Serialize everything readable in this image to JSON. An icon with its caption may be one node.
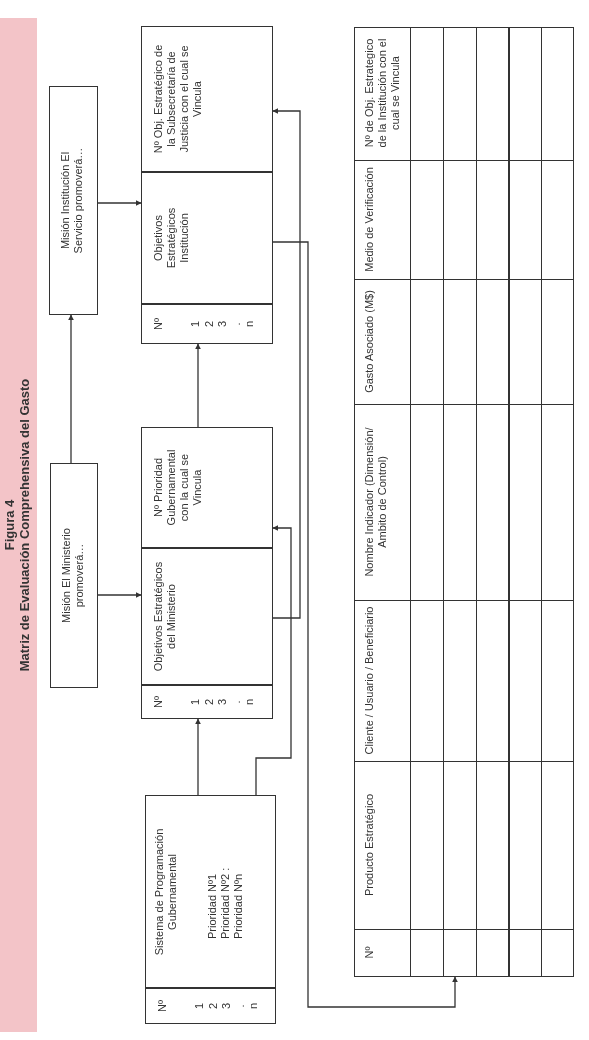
{
  "diagram": {
    "title": "Figura 4",
    "nodes": [
      {
        "text": [
          "Misión El Ministerio promoverá…"
        ]
      },
      {
        "text": [
          "Misión Institución El Servicio promoverá…"
        ]
      },
      {
        "text": [
          "Nº",
          "1 2 3 . n"
        ]
      },
      {
        "text": [
          "Sistema de Programación Gubernamental",
          "Prioridad Nº1 Prioridad Nº2 : Prioridad Nºn"
        ]
      },
      {
        "text": [
          "Nº",
          "1 2 3 . n"
        ]
      },
      {
        "text": [
          "Objetivos Estratégicos del Ministerio"
        ]
      },
      {
        "text": [
          "Nº Prioridad Gubernamental con la cual se Vincula"
        ]
      },
      {
        "text": [
          "Nº",
          "1 2 3 . n"
        ]
      },
      {
        "text": [
          "Objetivos Estratégicos Institución"
        ]
      },
      {
        "text": [
          "Nº Obj. Estratégico de la Subsecretaría de Justicia con el cual se Vincula"
        ]
      },
      {
        "text": [
          "Nº",
          "Producto Estratégico",
          "Cliente / Usuario / Beneficiario",
          "Nombre Indicador (Dimensión/ Ambito de Control)",
          "Gasto Asociado (M$)",
          "Medio de Verificación",
          "Nº de Obj. Estrategico de la Institución con el cual se Vincula"
        ]
      }
    ],
    "edges": [
      {
        "from": 0,
        "to": 5,
        "arrow": "to"
      },
      {
        "from": 0,
        "to": 1,
        "arrow": "to"
      },
      {
        "from": 1,
        "to": 8,
        "arrow": "to"
      },
      {
        "from": 3,
        "to": 4,
        "arrow": "to"
      },
      {
        "from": 3,
        "to": 6,
        "arrow": "to"
      },
      {
        "from": 6,
        "to": 7,
        "arrow": "to"
      },
      {
        "from": 5,
        "to": 9,
        "arrow": "to"
      },
      {
        "from": 8,
        "to": 10,
        "arrow": "to"
      }
    ],
    "labels": [
      "Matriz de Evaluación Comprehensiva del Gasto"
    ]
  }
}
